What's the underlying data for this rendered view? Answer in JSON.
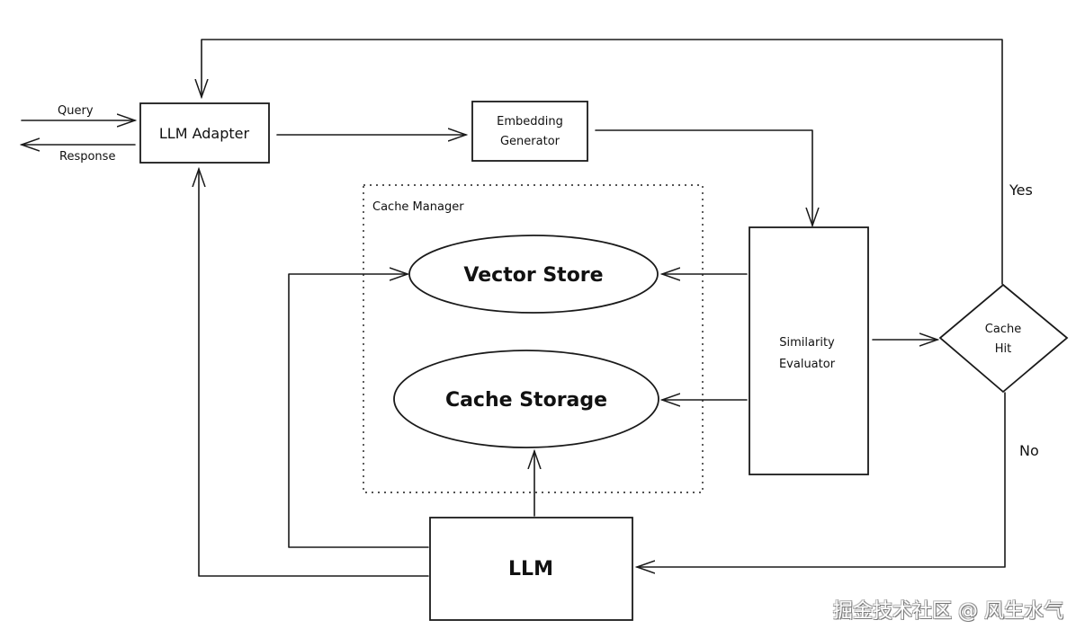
{
  "nodes": {
    "llm_adapter": "LLM Adapter",
    "embedding_generator_line1": "Embedding",
    "embedding_generator_line2": "Generator",
    "cache_manager": "Cache Manager",
    "vector_store": "Vector Store",
    "cache_storage": "Cache Storage",
    "similarity_evaluator_line1": "Similarity",
    "similarity_evaluator_line2": "Evaluator",
    "cache_hit_line1": "Cache",
    "cache_hit_line2": "Hit",
    "llm": "LLM"
  },
  "edges": {
    "query": "Query",
    "response": "Response",
    "yes": "Yes",
    "no": "No"
  },
  "watermark": "掘金技术社区 @ 风生水气"
}
